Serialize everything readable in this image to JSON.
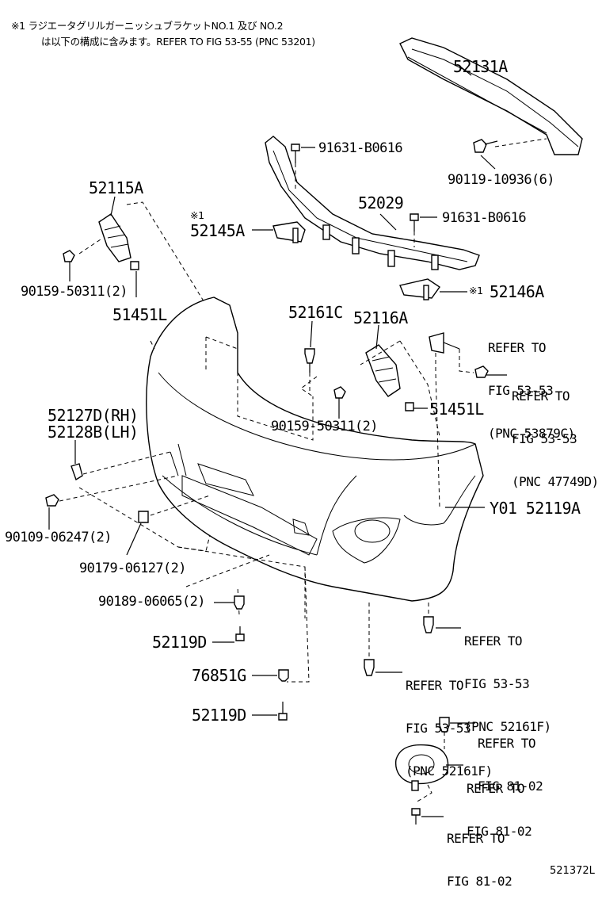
{
  "note": {
    "line1": "※1 ラジエータグリルガーニッシュブラケットNO.1 及び NO.2",
    "line2": "は以下の構成に含みます。REFER TO FIG 53-55 (PNC 53201)"
  },
  "labels": {
    "p52131A": "52131A",
    "p91631_top": "91631-B0616",
    "p90119": "90119-10936(6)",
    "p52115A": "52115A",
    "p52029": "52029",
    "p91631_mid": "91631-B0616",
    "mark1_a": "※1",
    "p52145A": "52145A",
    "p90159_left": "90159-50311(2)",
    "p52146A": "52146A",
    "mark1_b": "※1",
    "p51451L_left": "51451L",
    "p52161C": "52161C",
    "p52116A": "52116A",
    "p90159_mid": "90159-50311(2)",
    "p51451L_right": "51451L",
    "p52127D": "52127D(RH)",
    "p52128B": "52128B(LH)",
    "pY01": "Y01 52119A",
    "p90109": "90109-06247(2)",
    "p90179": "90179-06127(2)",
    "p90189": "90189-06065(2)",
    "p52119D_a": "52119D",
    "p76851G": "76851G",
    "p52119D_b": "52119D",
    "figure_code": "521372L"
  },
  "refs": {
    "ref_53879C": [
      "REFER TO",
      "FIG 53-53",
      "(PNC 53879C)"
    ],
    "ref_47749D": [
      "REFER TO",
      "FIG 53-53",
      "(PNC 47749D)"
    ],
    "ref_52161F_a": [
      "REFER TO",
      "FIG 53-53",
      "(PNC 52161F)"
    ],
    "ref_52161F_b": [
      "REFER TO",
      "FIG 53-53",
      "(PNC 52161F)"
    ],
    "ref_8102_a": [
      "REFER TO",
      "FIG 81-02"
    ],
    "ref_8102_b": [
      "REFER TO",
      "FIG 81-02"
    ],
    "ref_8102_c": [
      "REFER TO",
      "FIG 81-02"
    ]
  }
}
